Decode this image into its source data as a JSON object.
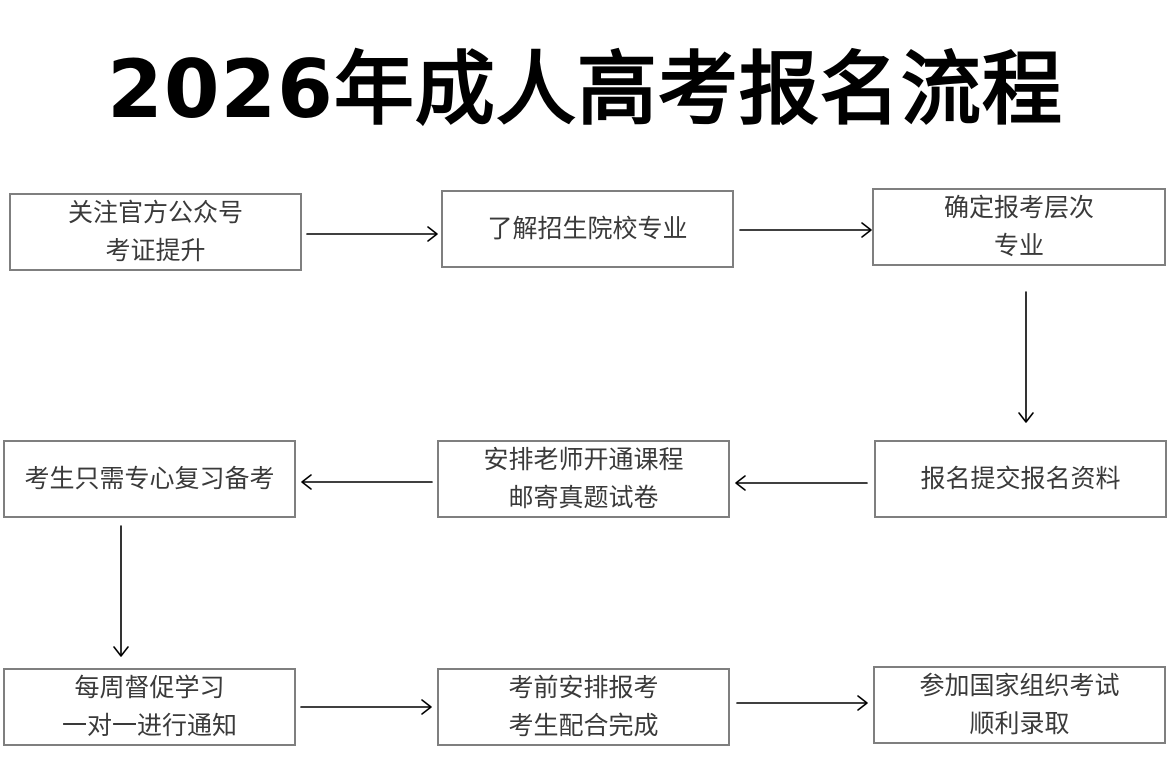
{
  "title": "2026年成人高考报名流程",
  "steps": [
    {
      "line1": "关注官方公众号",
      "line2": "考证提升"
    },
    {
      "line1": "了解招生院校专业",
      "line2": ""
    },
    {
      "line1": "确定报考层次",
      "line2": "专业"
    },
    {
      "line1": "报名提交报名资料",
      "line2": ""
    },
    {
      "line1": "安排老师开通课程",
      "line2": "邮寄真题试卷"
    },
    {
      "line1": "考生只需专心复习备考",
      "line2": ""
    },
    {
      "line1": "每周督促学习",
      "line2": "一对一进行通知"
    },
    {
      "line1": "考前安排报考",
      "line2": "考生配合完成"
    },
    {
      "line1": "参加国家组织考试",
      "line2": "顺利录取"
    }
  ]
}
